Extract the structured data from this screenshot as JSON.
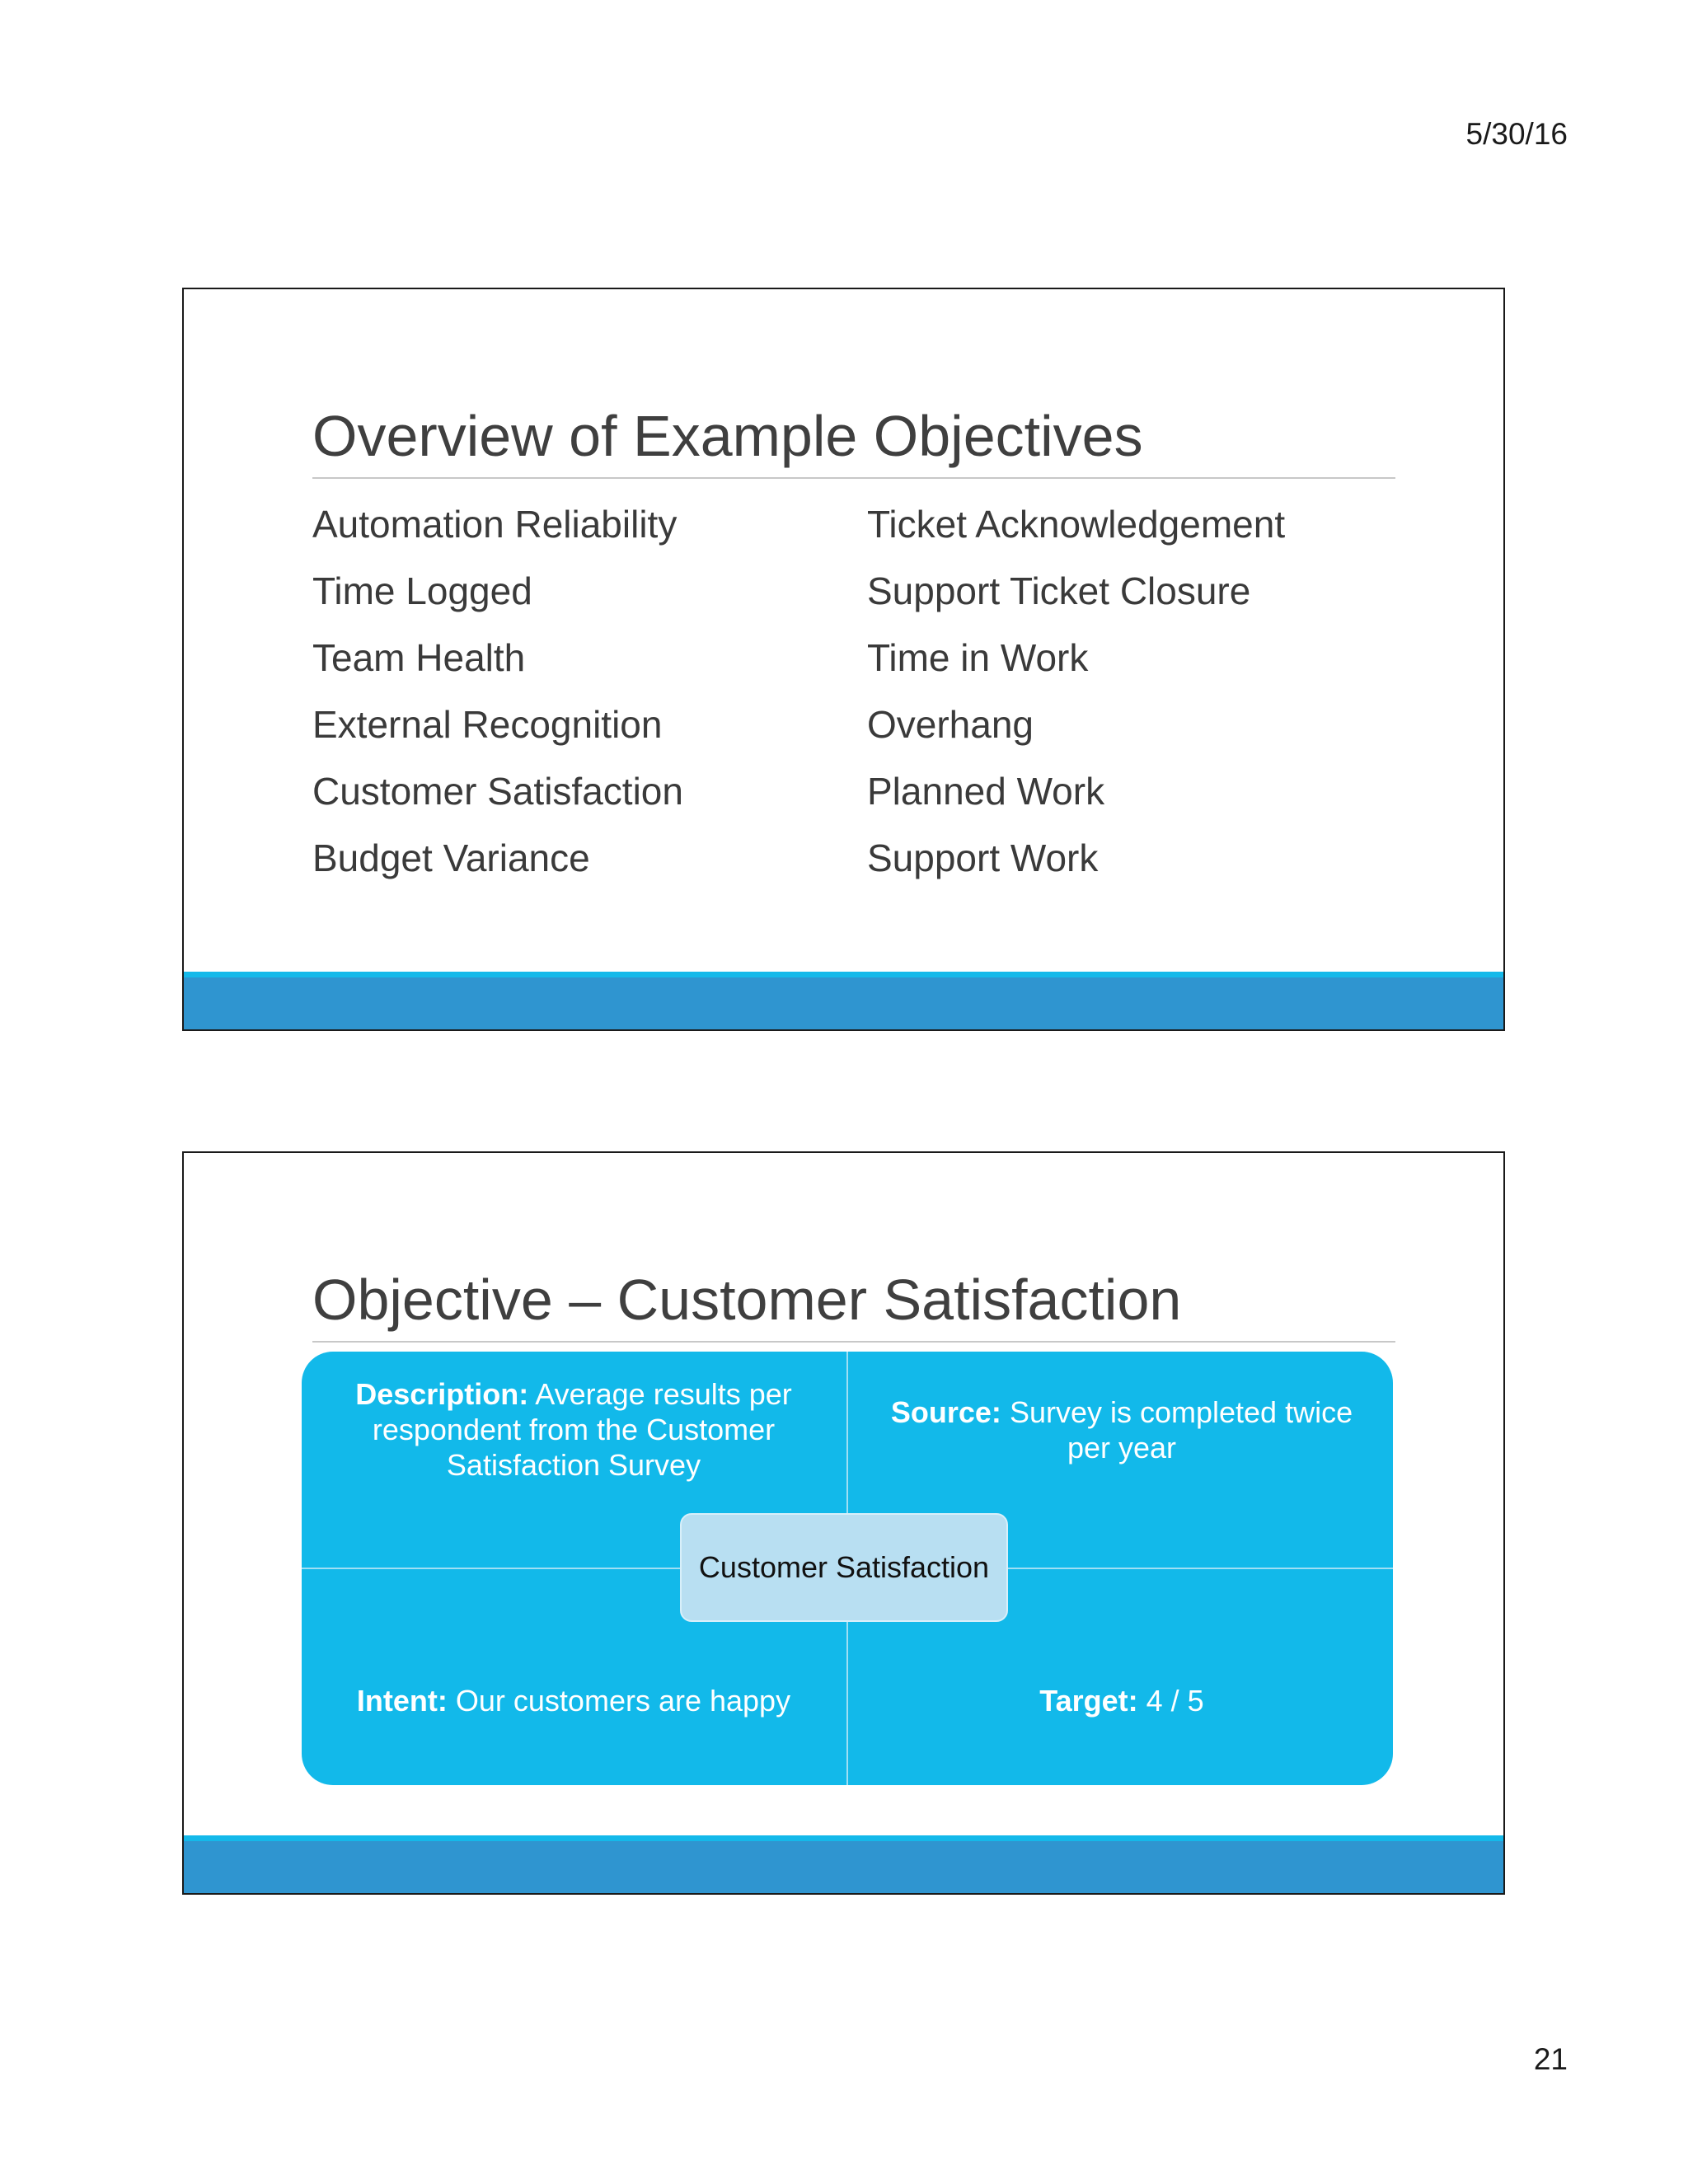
{
  "page": {
    "date": "5/30/16",
    "number": "21"
  },
  "slide1": {
    "title": "Overview of Example Objectives",
    "left_items": [
      "Automation Reliability",
      "Time Logged",
      "Team Health",
      "External Recognition",
      "Customer Satisfaction",
      "Budget Variance"
    ],
    "right_items": [
      "Ticket Acknowledgement",
      "Support Ticket Closure",
      "Time in Work",
      "Overhang",
      "Planned Work",
      "Support Work"
    ]
  },
  "slide2": {
    "title": "Objective – Customer Satisfaction",
    "center": "Customer Satisfaction",
    "description": {
      "label": "Description:",
      "text": "Average results per respondent from the Customer Satisfaction Survey"
    },
    "source": {
      "label": "Source:",
      "text": "Survey is completed twice per year"
    },
    "intent": {
      "label": "Intent:",
      "text": "Our customers are happy"
    },
    "target": {
      "label": "Target:",
      "text": "4 / 5"
    }
  },
  "colors": {
    "accent": "#12b9ea",
    "footer": "#2f95d0",
    "center_box": "#b8dff2"
  }
}
